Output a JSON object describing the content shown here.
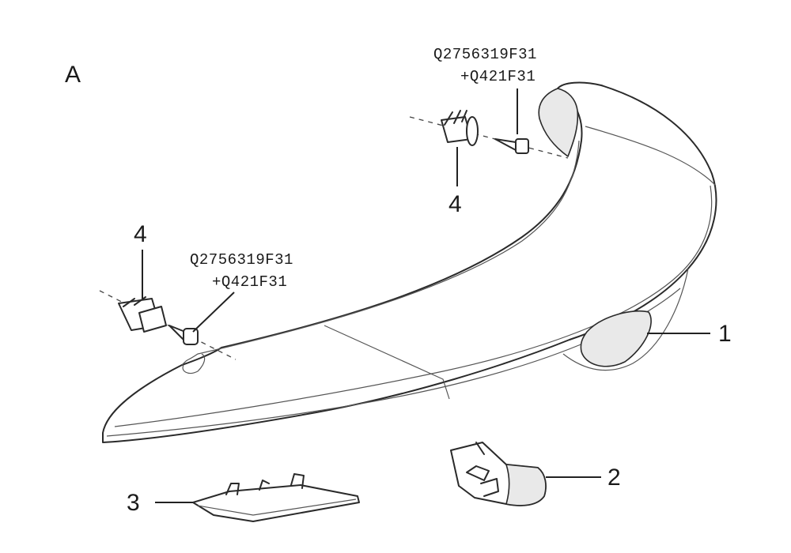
{
  "view_label": "A",
  "callouts": {
    "spoiler": "1",
    "end_cap": "2",
    "cover_bracket": "3",
    "clip_right": "4",
    "clip_left": "4"
  },
  "fasteners": {
    "upper_line1": "Q2756319F31",
    "upper_line2": "+Q421F31",
    "lower_line1": "Q2756319F31",
    "lower_line2": "+Q421F31"
  },
  "colors": {
    "line": "#2a2a2a",
    "fill": "#ffffff",
    "shade": "#e9e9e9"
  }
}
